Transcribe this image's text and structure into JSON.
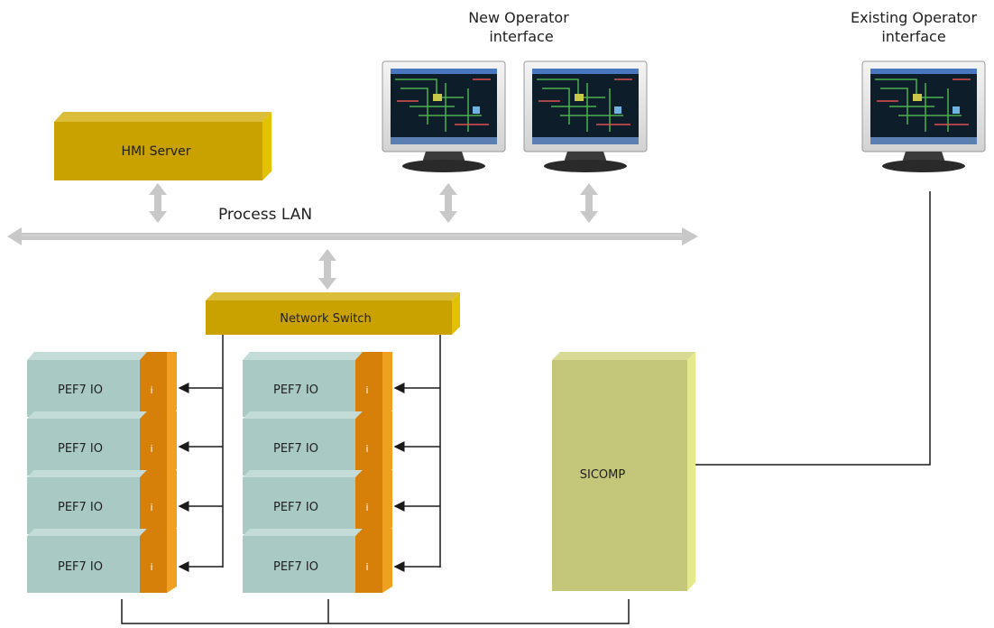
{
  "diagram": {
    "hmi_server": "HMI Server",
    "process_lan": "Process LAN",
    "network_switch": "Network Switch",
    "new_operator_line1": "New Operator",
    "new_operator_line2": "interface",
    "existing_operator_line1": "Existing Operator",
    "existing_operator_line2": "interface",
    "sicomp": "SICOMP",
    "io_label": "PEF7 IO",
    "io_port_label": "i"
  },
  "colors": {
    "gold_front": "#c9a200",
    "gold_top": "#dcbd3a",
    "gold_side": "#e2c200",
    "io_front": "#a9c9c5",
    "io_top": "#c3dcd8",
    "io_side": "#9bbab6",
    "port_front": "#d6800a",
    "port_side": "#f0a020",
    "sicomp_front": "#c4c679",
    "sicomp_side": "#e6e98a",
    "arrow": "#c8c8c8",
    "line": "#1a1a1a"
  }
}
